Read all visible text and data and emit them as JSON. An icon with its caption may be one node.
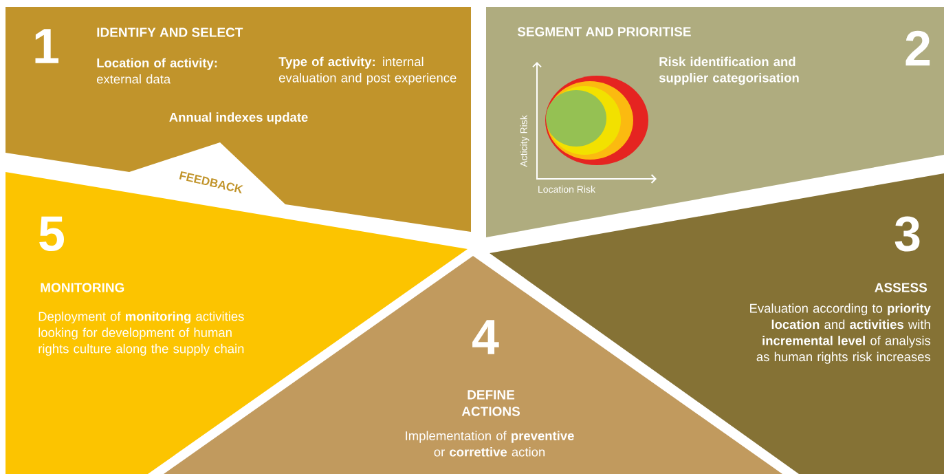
{
  "diagram": {
    "nodes": [
      {
        "text": [
          "1",
          "IDENTIFY AND SELECT",
          "**Location of activity:** external data",
          "**Type of activity:** internal evaluation and post experience",
          "Annual indexes update"
        ]
      },
      {
        "text": [
          "SEGMENT AND PRIORITISE",
          "2",
          "Risk identification and supplier categorisation",
          "Acticity Risk",
          "Location Risk"
        ]
      },
      {
        "text": [
          "3",
          "ASSESS",
          "Evaluation according to **priority location** and **activities** with **incremental level** of analysis as human rights risk increases"
        ]
      },
      {
        "text": [
          "4",
          "DEFINE ACTIONS",
          "Implementation of **preventive** or **correttive** action"
        ]
      },
      {
        "text": [
          "5",
          "MONITORING",
          "Deployment of **monitoring** activities looking for development of human rights culture along the supply chain"
        ]
      }
    ],
    "labels": [
      "FEEDBACK"
    ]
  }
}
